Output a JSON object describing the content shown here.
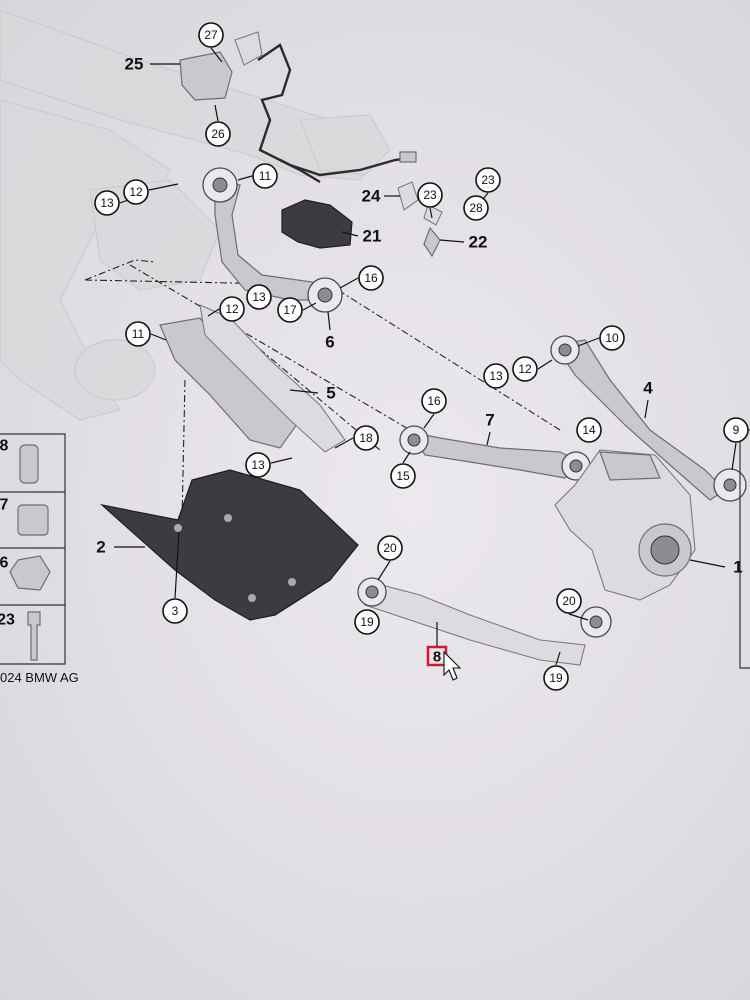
{
  "diagram": {
    "copyright": "024 BMW AG",
    "callouts": [
      {
        "label": "27"
      },
      {
        "label": "26"
      },
      {
        "label": "11"
      },
      {
        "label": "12"
      },
      {
        "label": "13"
      },
      {
        "label": "23"
      },
      {
        "label": "23"
      },
      {
        "label": "28"
      },
      {
        "label": "16"
      },
      {
        "label": "17"
      },
      {
        "label": "11"
      },
      {
        "label": "12"
      },
      {
        "label": "13"
      },
      {
        "label": "18"
      },
      {
        "label": "13"
      },
      {
        "label": "16"
      },
      {
        "label": "15"
      },
      {
        "label": "10"
      },
      {
        "label": "12"
      },
      {
        "label": "13"
      },
      {
        "label": "14"
      },
      {
        "label": "9"
      },
      {
        "label": "20"
      },
      {
        "label": "19"
      },
      {
        "label": "20"
      },
      {
        "label": "19"
      },
      {
        "label": "3"
      }
    ],
    "plain_labels": [
      {
        "label": "25"
      },
      {
        "label": "24"
      },
      {
        "label": "21"
      },
      {
        "label": "22"
      },
      {
        "label": "6"
      },
      {
        "label": "5"
      },
      {
        "label": "7"
      },
      {
        "label": "4"
      },
      {
        "label": "1"
      },
      {
        "label": "2"
      }
    ],
    "selected_label": "8",
    "legend_numbers": [
      "8",
      "7",
      "6",
      "23"
    ]
  }
}
